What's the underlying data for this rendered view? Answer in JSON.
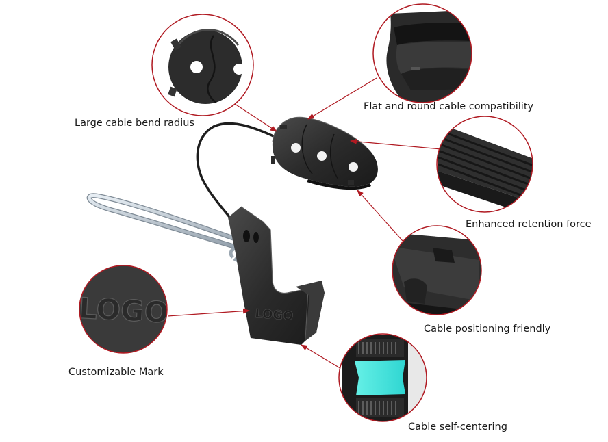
{
  "accent_color": "#b01a22",
  "product": {
    "name": "drop wire clamp with cable hook",
    "logo_text": "LOGO"
  },
  "callouts": [
    {
      "id": "bend",
      "label": "Large cable bend radius",
      "detail_icon": "wedge-disc-icon"
    },
    {
      "id": "flat",
      "label": "Flat and round cable compatibility",
      "detail_icon": "groove-profile-icon"
    },
    {
      "id": "retent",
      "label": "Enhanced retention force",
      "detail_icon": "ribbed-surface-icon"
    },
    {
      "id": "position",
      "label": "Cable positioning friendly",
      "detail_icon": "positioning-tab-icon"
    },
    {
      "id": "mark",
      "label": "Customizable Mark",
      "detail_icon": "logo-emboss-icon",
      "detail_text": "LOGO"
    },
    {
      "id": "center",
      "label": "Cable self-centering",
      "detail_icon": "self-centering-icon"
    }
  ]
}
